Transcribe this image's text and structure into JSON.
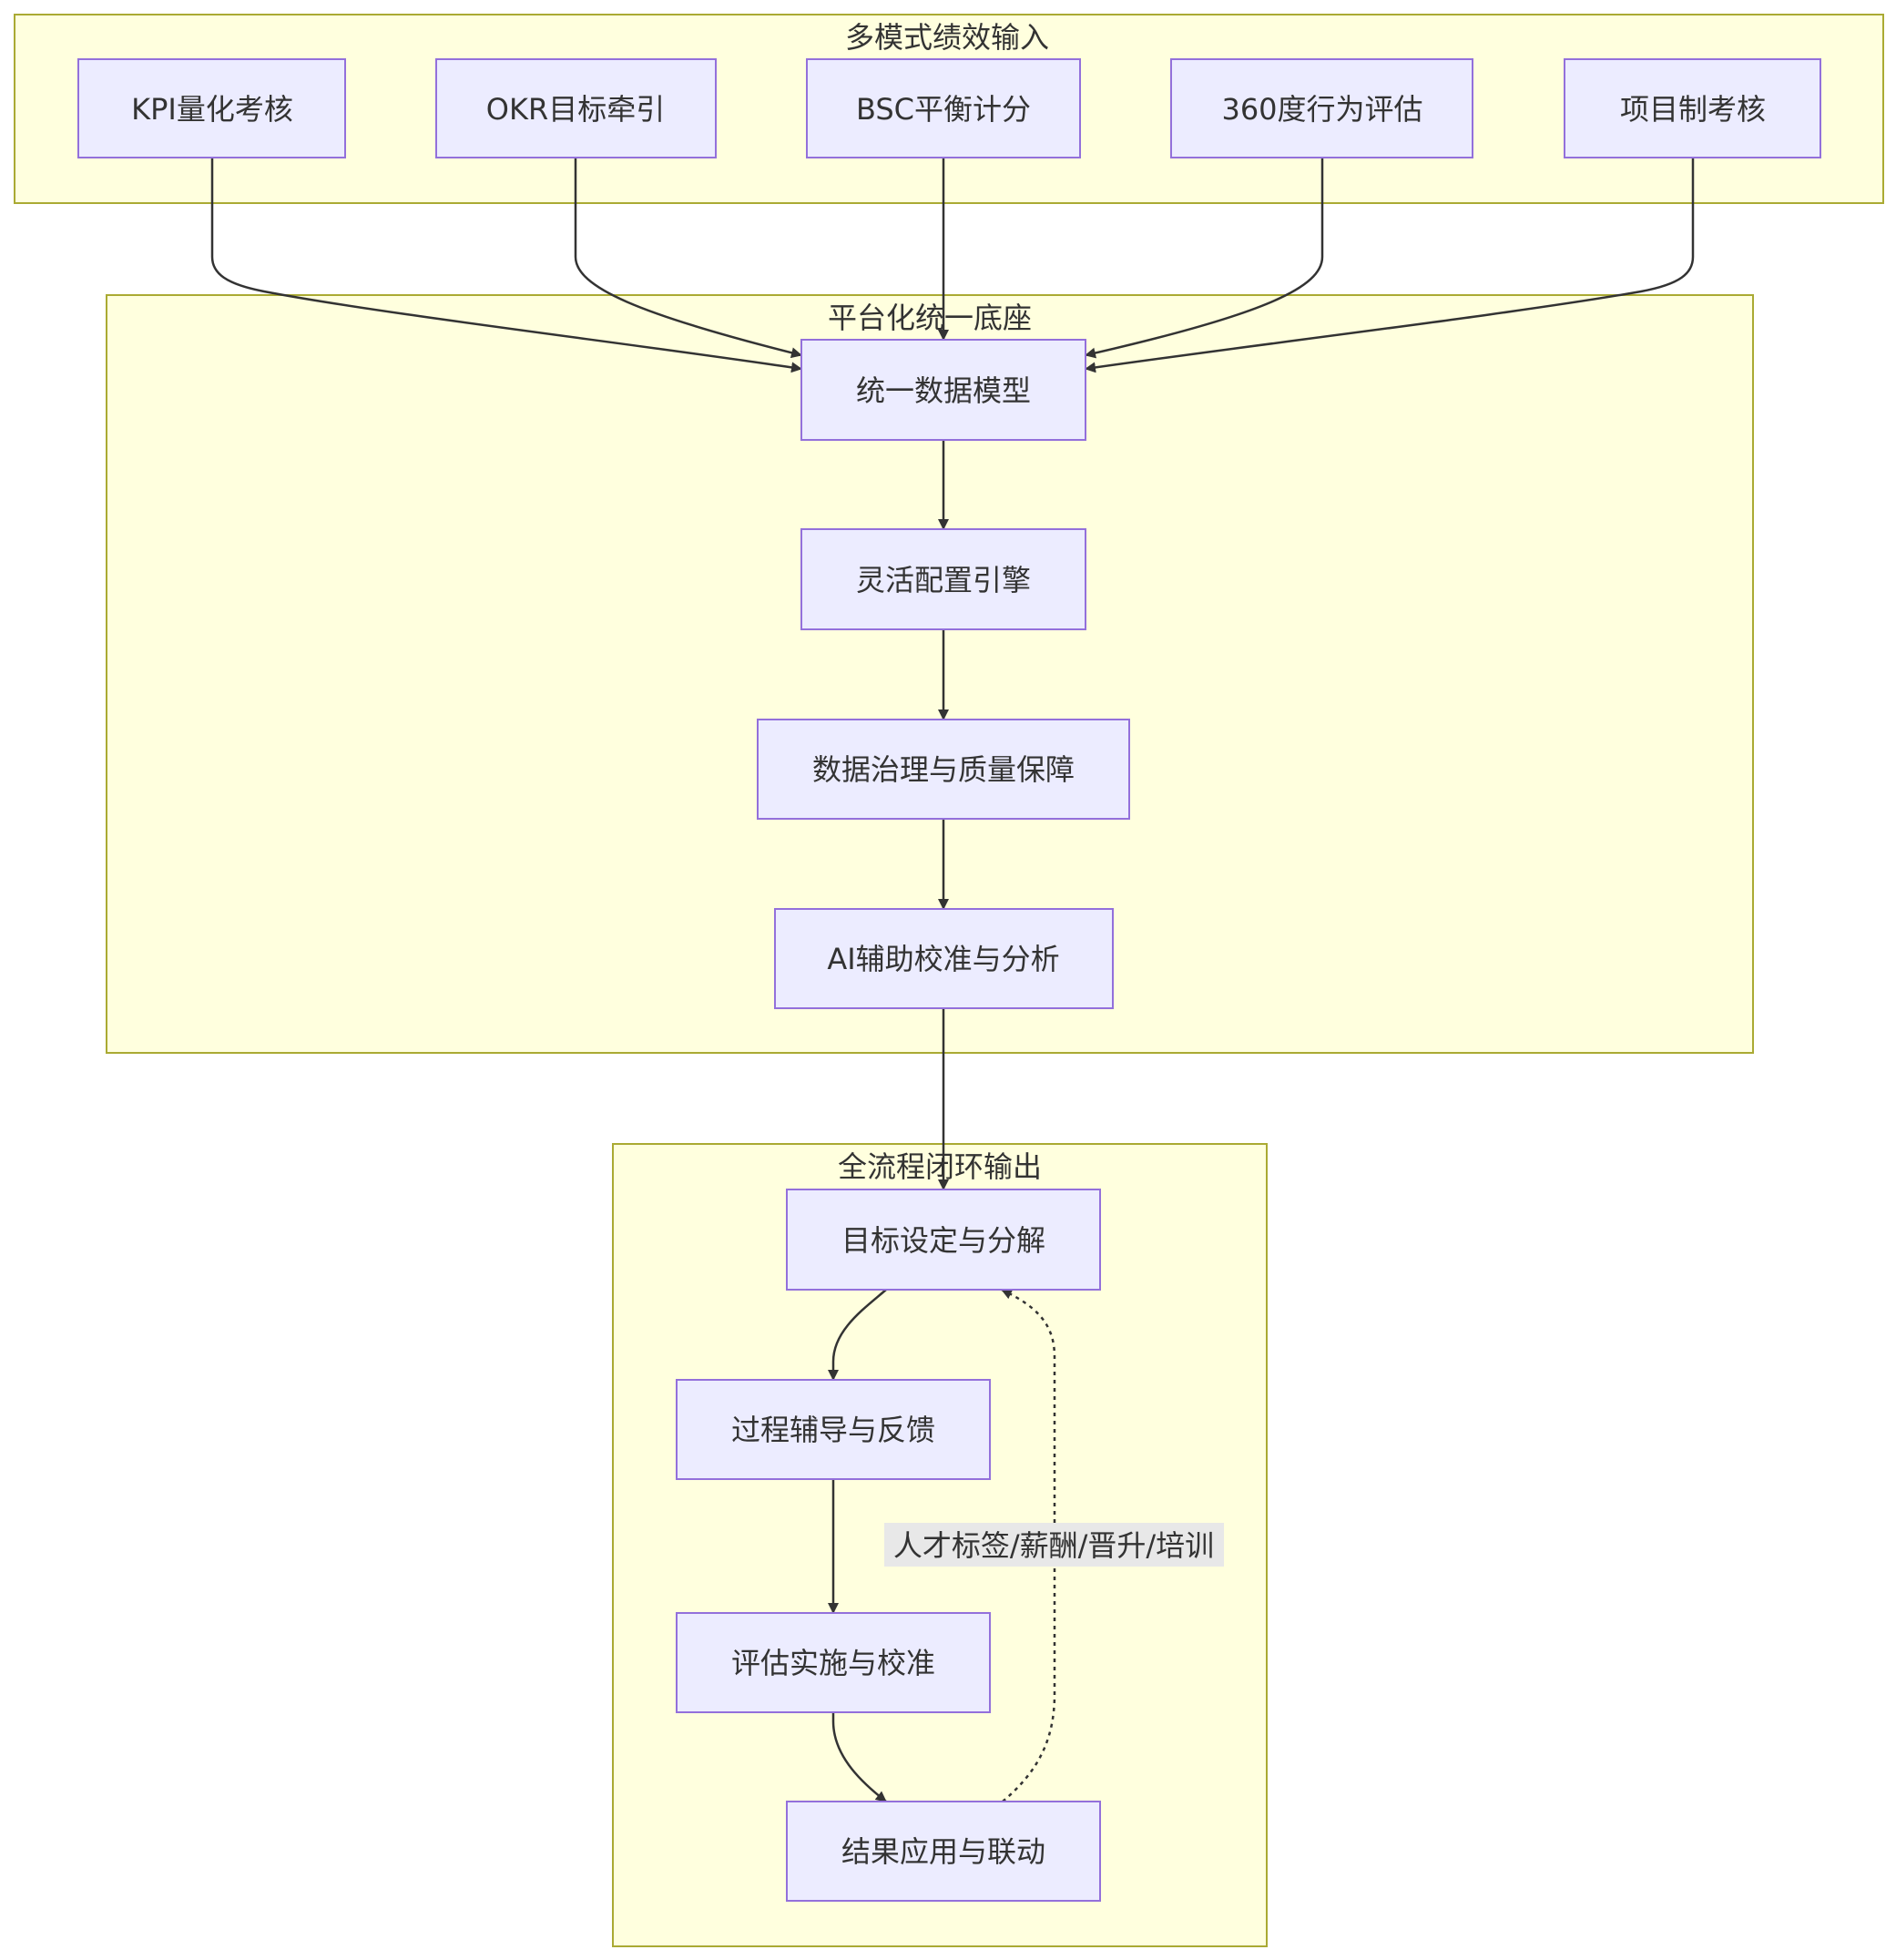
{
  "clusters": {
    "input": {
      "title": "多模式绩效输入"
    },
    "platform": {
      "title": "平台化统一底座"
    },
    "output": {
      "title": "全流程闭环输出"
    }
  },
  "nodes": {
    "kpi": "KPI量化考核",
    "okr": "OKR目标牵引",
    "bsc": "BSC平衡计分",
    "deg360": "360度行为评估",
    "project": "项目制考核",
    "data_model": "统一数据模型",
    "config_engine": "灵活配置引擎",
    "governance": "数据治理与质量保障",
    "ai": "AI辅助校准与分析",
    "goal": "目标设定与分解",
    "coaching": "过程辅导与反馈",
    "evaluation": "评估实施与校准",
    "application": "结果应用与联动"
  },
  "edges": {
    "feedback_label": "人才标签/薪酬/晋升/培训"
  },
  "colors": {
    "cluster_fill": "#ffffde",
    "cluster_stroke": "#aaaa33",
    "node_fill": "#ececff",
    "node_stroke": "#9370db",
    "edge": "#333333",
    "text": "#333333"
  }
}
